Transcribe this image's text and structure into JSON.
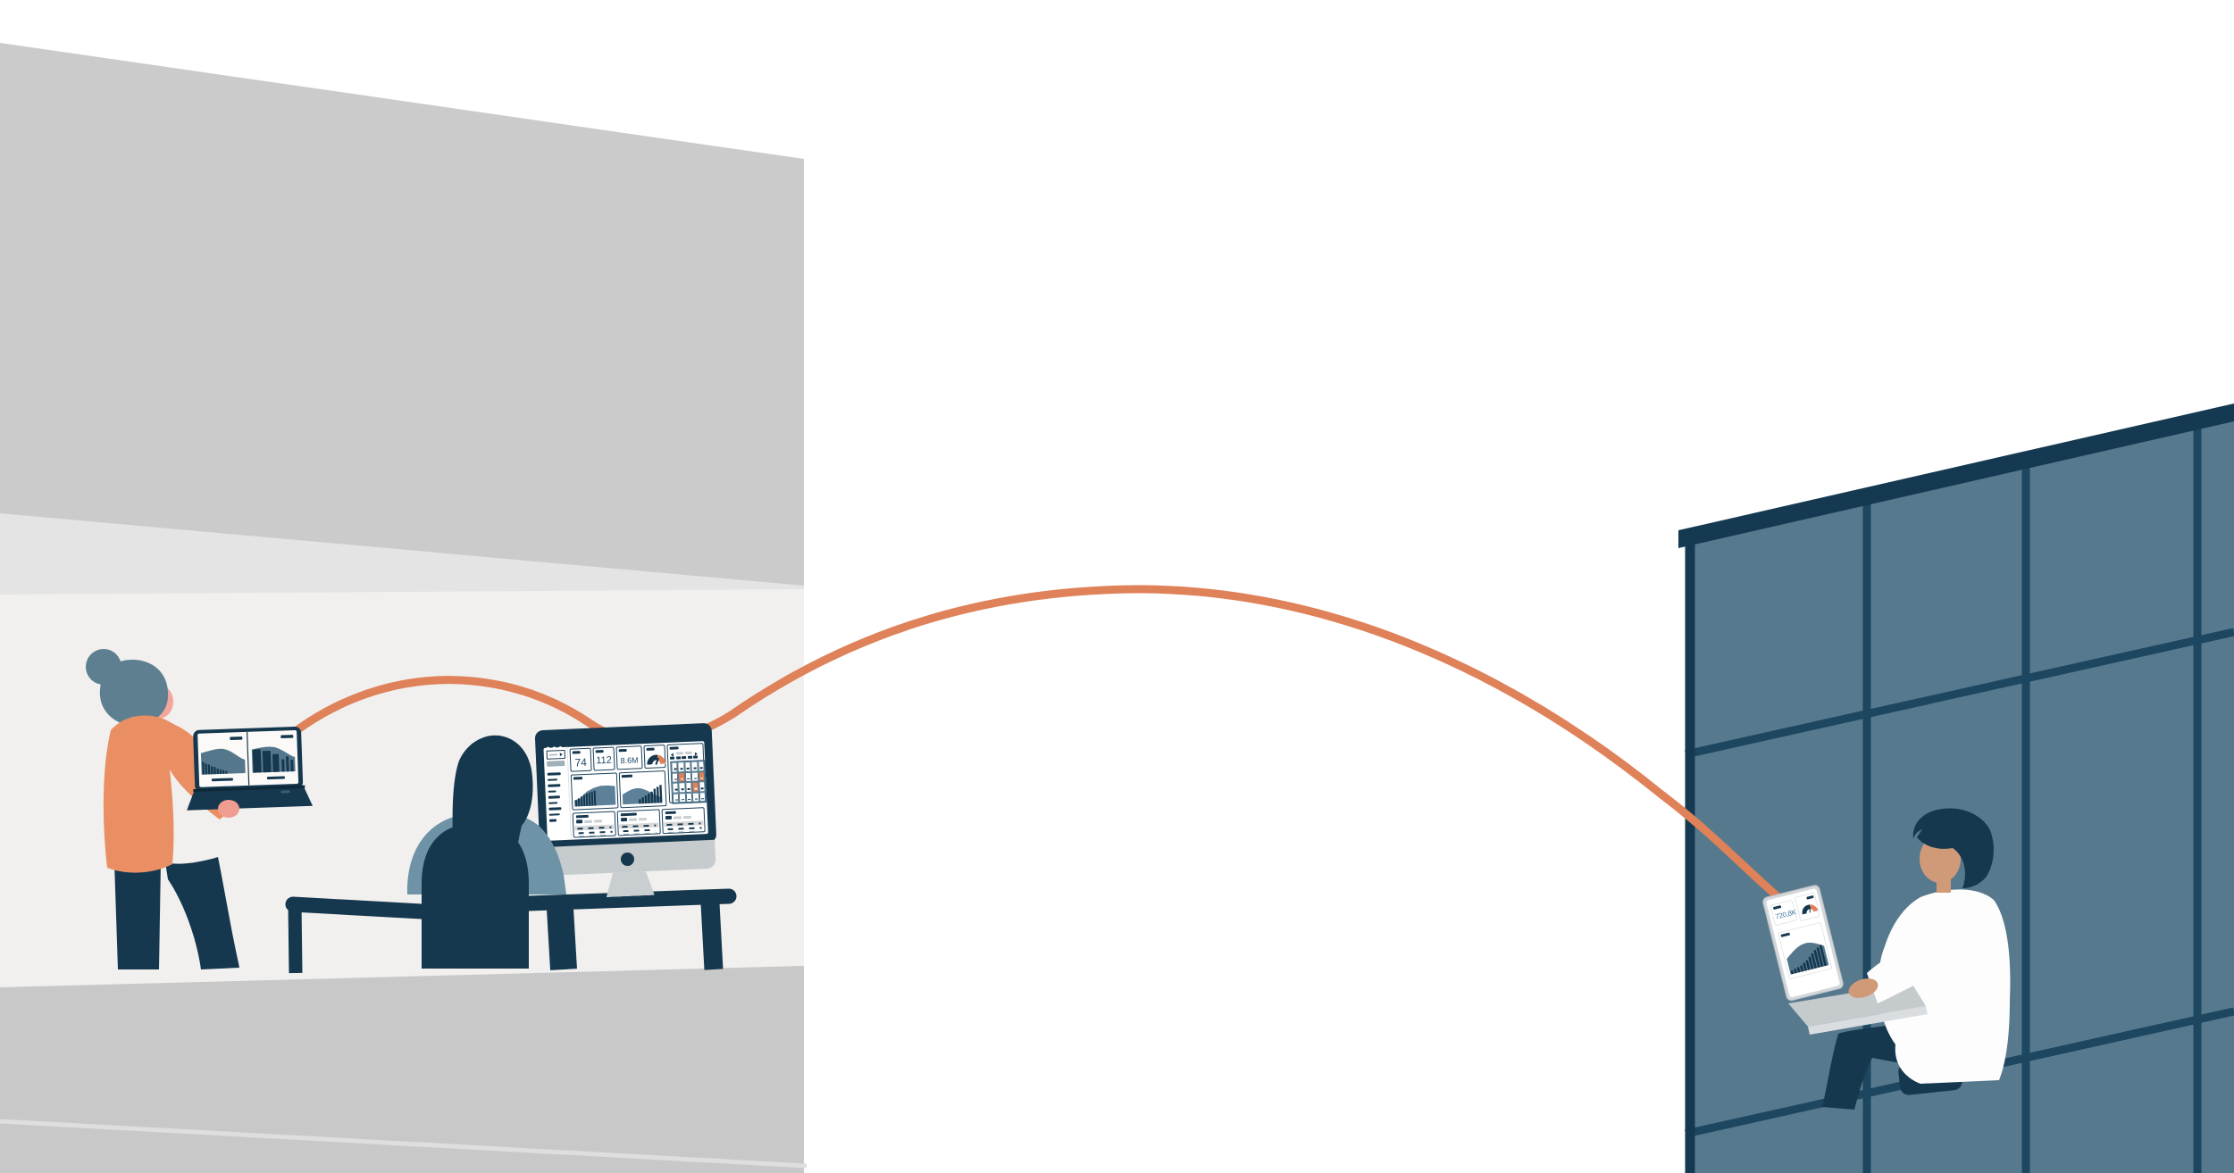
{
  "illustration": {
    "theme": "remote-data-sharing-between-office-and-building",
    "connection_line_color": "#DF8159"
  },
  "colors": {
    "navy": "#16384E",
    "slate_sweater": "#6E92A6",
    "slate_hair": "#5E7F90",
    "building_panel": "#56798E",
    "building_frame": "#1D4660",
    "building_cap": "#143951",
    "orange_jacket": "#E98F63",
    "orange_accent": "#DF8159",
    "skin_pink": "#F2A69C",
    "skin_tan": "#D09A78",
    "silver": "#C9CED1",
    "wall_upper": "#CBCBCB",
    "wall_ledge": "#E4E4E4",
    "wall_interior": "#F1F0EE",
    "floor": "#C8C8C8"
  },
  "monitor": {
    "window_dots": 3,
    "kpis": [
      "74",
      "112",
      "8.6M"
    ],
    "sidebar_item_count": 9,
    "gauge_card": "semi-donut-gauge",
    "calendar": {
      "weekday_pills": 5,
      "rows": 4,
      "cols": 5,
      "highlighted_cells": 3
    },
    "chart_cards": 2,
    "table_cards": 3
  },
  "left_laptop": {
    "chart_panels": 2
  },
  "right_laptop": {
    "kpi_value": "720,8K",
    "gauge_card": "semi-donut-gauge",
    "chart_card": "area-with-bars"
  }
}
